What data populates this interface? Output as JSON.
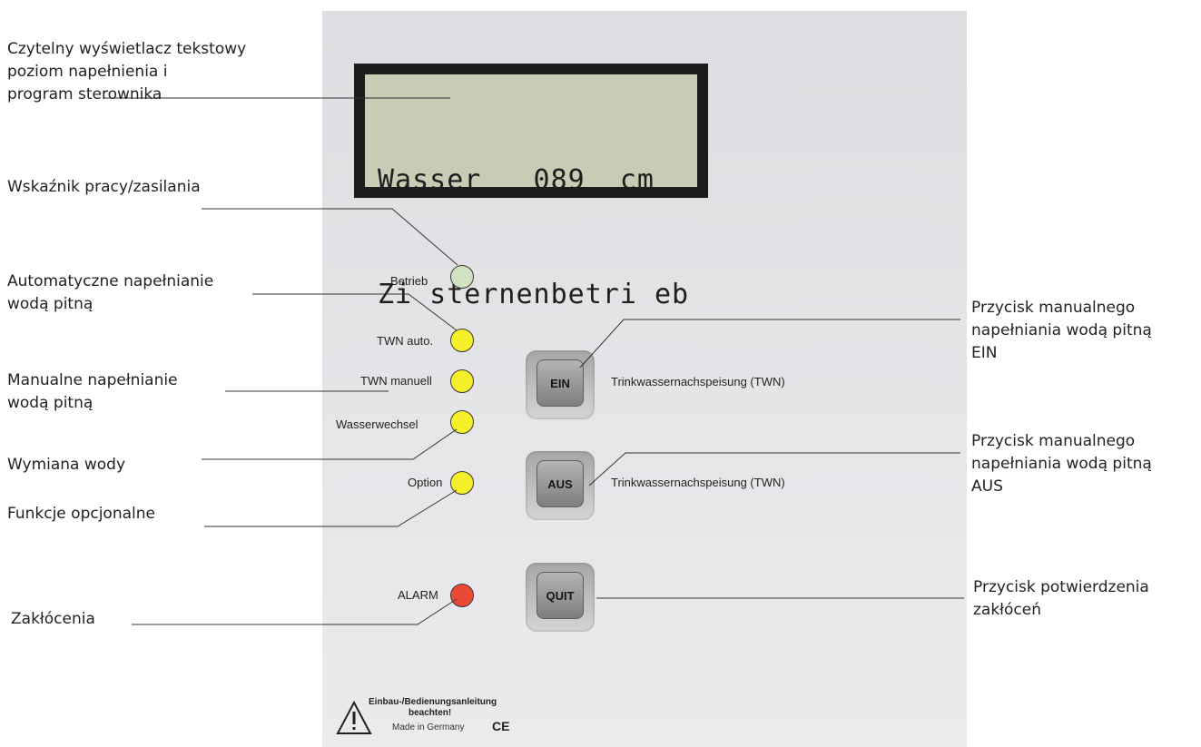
{
  "display": {
    "line1": "Wasser   089  cm",
    "line2": "Zi sternenbetri eb"
  },
  "panel_labels": {
    "betrieb": "Betrieb",
    "twn_auto": "TWN auto.",
    "twn_manuell": "TWN manuell",
    "wasserwechsel": "Wasserwechsel",
    "option": "Option",
    "alarm": "ALARM",
    "twn_ein_desc": "Trinkwassernachspeisung (TWN)",
    "twn_aus_desc": "Trinkwassernachspeisung (TWN)"
  },
  "buttons": {
    "ein": "EIN",
    "aus": "AUS",
    "quit": "QUIT"
  },
  "annotations": {
    "display": [
      "Czytelny wyświetlacz tekstowy",
      "poziom napełnienia i",
      "program sterownika"
    ],
    "power": [
      "Wskaźnik pracy/zasilania"
    ],
    "auto_fill": [
      "Automatyczne napełnianie",
      "wodą pitną"
    ],
    "manual_fill": [
      "Manualne napełnianie",
      "wodą pitną"
    ],
    "water_exchange": [
      "Wymiana wody"
    ],
    "optional": [
      "Funkcje opcjonalne"
    ],
    "faults": [
      "Zakłócenia"
    ],
    "ein_button": [
      "Przycisk manualnego",
      "napełniania wodą pitną",
      "EIN"
    ],
    "aus_button": [
      "Przycisk manualnego",
      "napełniania wodą pitną",
      "AUS"
    ],
    "quit_button": [
      "Przycisk potwierdzenia",
      "zakłóceń"
    ]
  },
  "footer": {
    "warning_line1": "Einbau-/Bedienungsanleitung",
    "warning_line2": "beachten!",
    "made_in": "Made in Germany",
    "ce": "CE"
  },
  "colors": {
    "led_green": "#cfe2c1",
    "led_yellow": "#f5f02a",
    "led_red": "#e84a37",
    "lcd_background": "#c9cbb4"
  }
}
